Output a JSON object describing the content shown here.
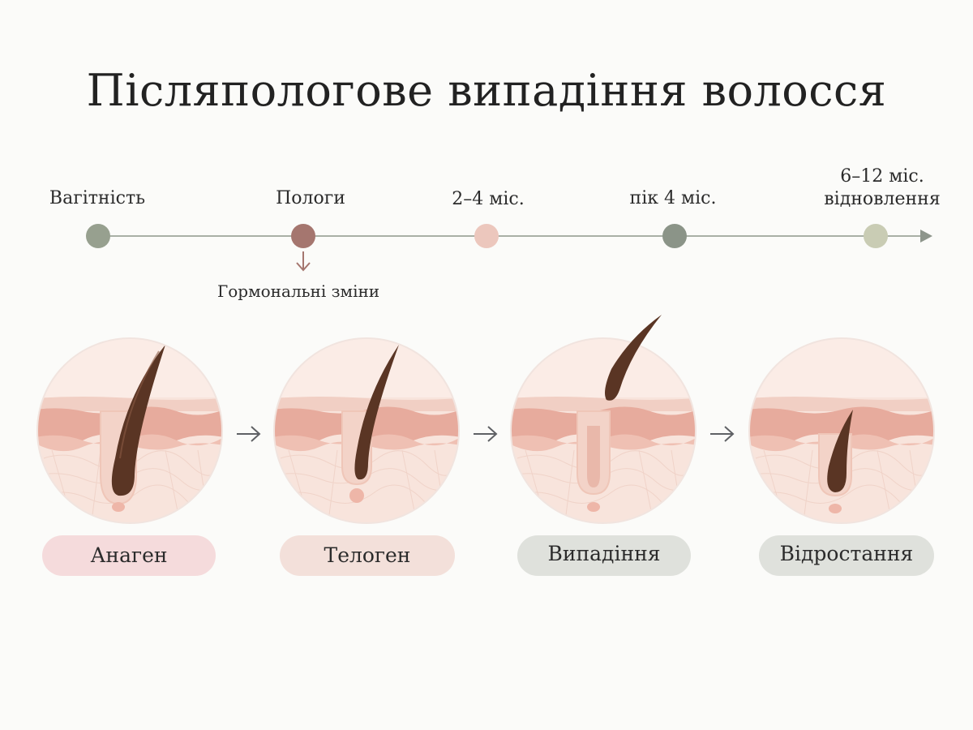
{
  "title": "Післяпологове випадіння волосся",
  "timeline": {
    "points": [
      {
        "label": "Вагітність",
        "color": "#97a08f"
      },
      {
        "label": "Пологи",
        "color": "#a5766f"
      },
      {
        "label": "2–4 міс.",
        "color": "#ecc7bd"
      },
      {
        "label": "пік  4 міс.",
        "color": "#8b9488"
      },
      {
        "label_line1": "6–12 міс.",
        "label_line2": "відновлення",
        "color": "#c9ccb4"
      }
    ],
    "note": "Гормональні зміни"
  },
  "stages": [
    {
      "label": "Анаген",
      "pill_color": "#f5dbdc",
      "hair": "anagen"
    },
    {
      "label": "Телоген",
      "pill_color": "#f3e0da",
      "hair": "telogen"
    },
    {
      "label": "Випадіння",
      "pill_color": "#dfe1dc",
      "hair": "shedding"
    },
    {
      "label": "Відростання",
      "pill_color": "#dfe1dc",
      "hair": "regrowth"
    }
  ],
  "colors": {
    "skin_bg": "#f6ded6",
    "epidermis": "#efc3b6",
    "dermis_band": "#e3a89a",
    "hair": "#5a3524",
    "arrow": "#5f6165"
  }
}
